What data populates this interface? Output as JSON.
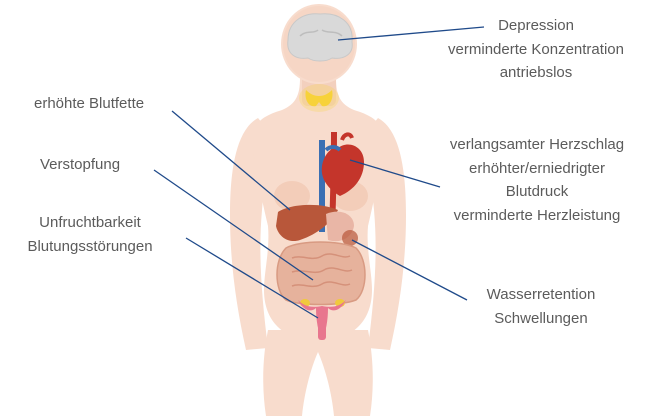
{
  "colors": {
    "text": "#5b5b5b",
    "leader_line": "#1f4a8a",
    "skin": "#f8dccd",
    "skin_shadow": "#eec0ab",
    "brain": "#d9d9d9",
    "thyroid": "#f7d23a",
    "heart": "#c4352b",
    "vessel_blue": "#3a6fb3",
    "liver": "#b8573a",
    "intestine": "#e6b29c",
    "uterus": "#e8768e",
    "ovary": "#f0c93d"
  },
  "labels": {
    "depression": {
      "lines": [
        "Depression",
        "verminderte Konzentration",
        "antriebslos"
      ]
    },
    "blutfette": {
      "lines": [
        "erhöhte Blutfette"
      ]
    },
    "verstopfung": {
      "lines": [
        "Verstopfung"
      ]
    },
    "herz": {
      "lines": [
        "verlangsamter Herzschlag",
        "erhöhter/erniedrigter",
        "Blutdruck",
        "verminderte Herzleistung"
      ]
    },
    "unfruchtbarkeit": {
      "lines": [
        "Unfruchtbarkeit",
        "Blutungsstörungen"
      ]
    },
    "wasser": {
      "lines": [
        "Wasserretention",
        "Schwellungen"
      ]
    }
  }
}
